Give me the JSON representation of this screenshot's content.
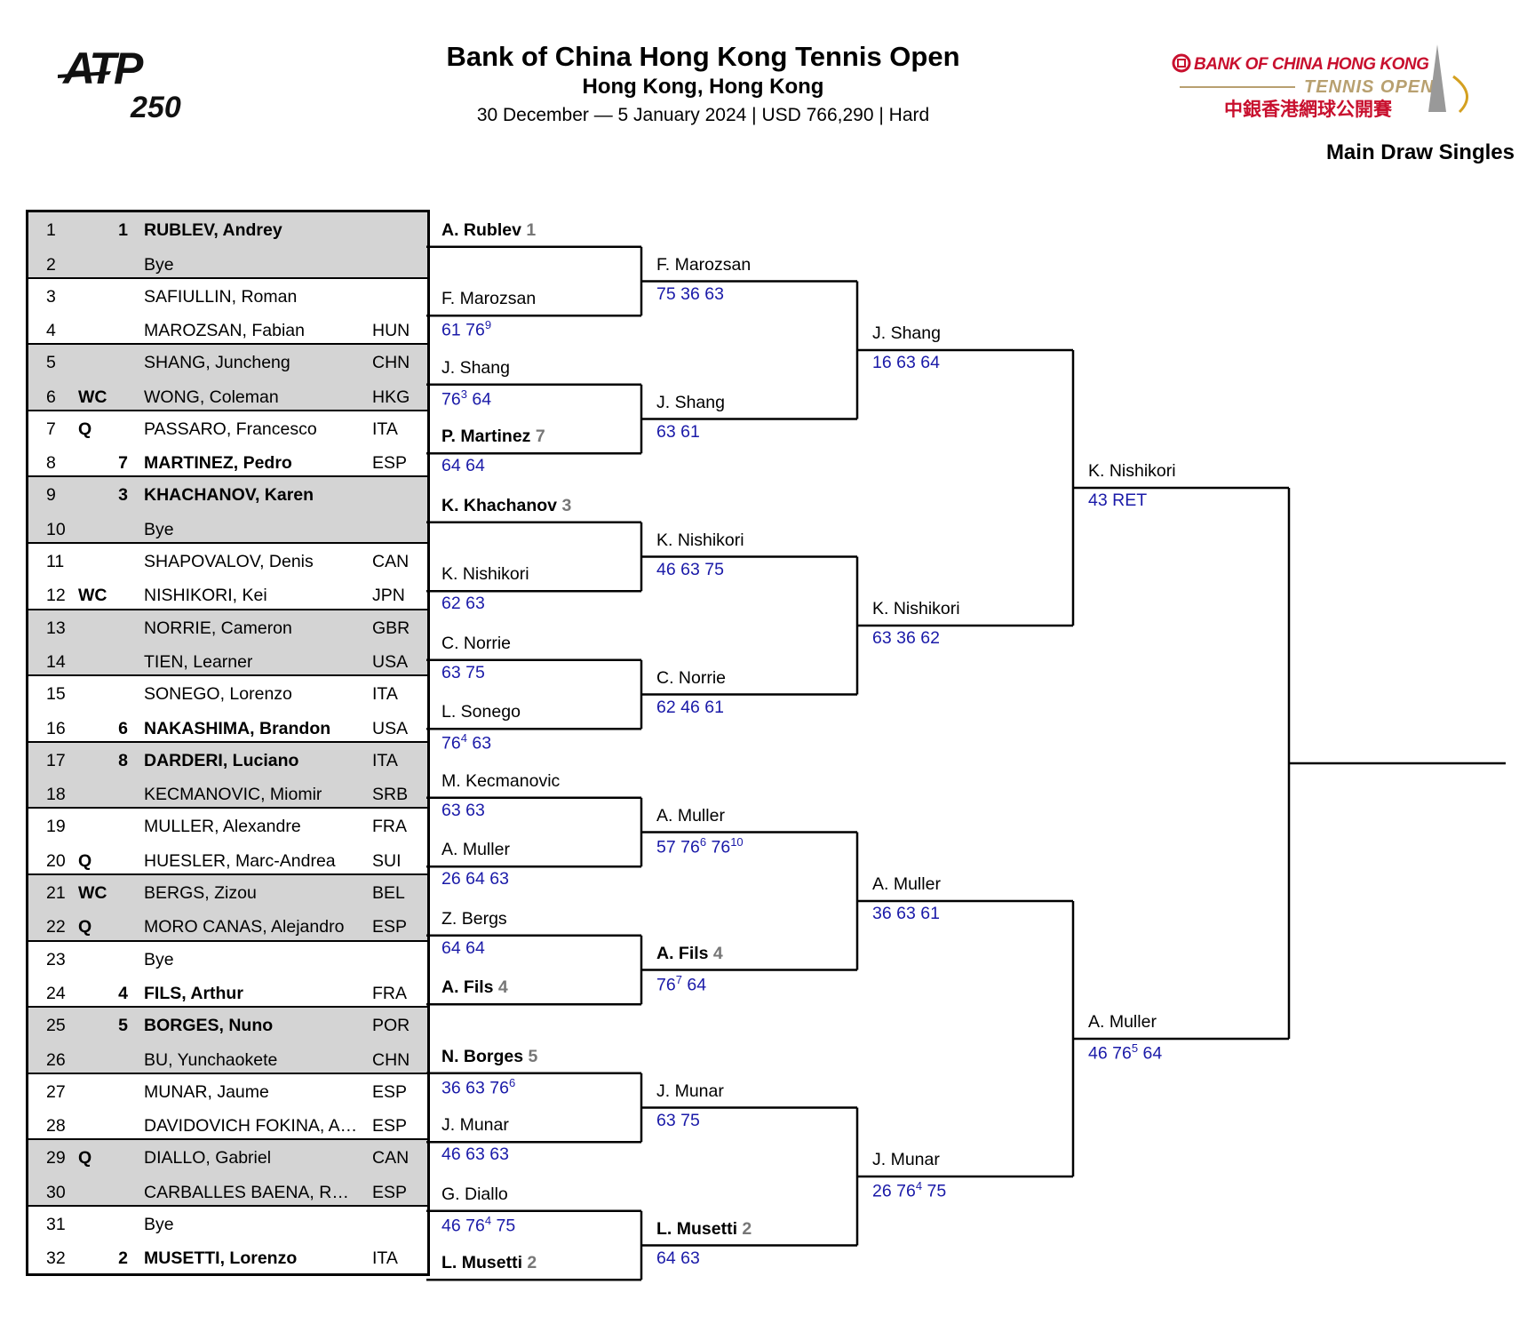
{
  "header": {
    "title": "Bank of China Hong Kong Tennis Open",
    "location": "Hong Kong, Hong Kong",
    "info": "30 December — 5 January 2024 | USD 766,290 | Hard",
    "draw_type": "Main Draw Singles"
  },
  "logos": {
    "atp_main": "ATP",
    "atp_level": "250",
    "event_line1": "BANK OF CHINA HONG KONG",
    "event_line2": "TENNIS OPEN",
    "event_line3": "中銀香港網球公開賽"
  },
  "colors": {
    "score": "#1a1aa8",
    "shade": "#d4d4d4",
    "brand_red": "#c8102e",
    "brand_gold": "#b8a070"
  },
  "players": [
    {
      "num": "1",
      "entry": "",
      "seed": "1",
      "name": "RUBLEV, Andrey",
      "nat": "",
      "bold": true
    },
    {
      "num": "2",
      "entry": "",
      "seed": "",
      "name": "Bye",
      "nat": "",
      "bold": false
    },
    {
      "num": "3",
      "entry": "",
      "seed": "",
      "name": "SAFIULLIN, Roman",
      "nat": "",
      "bold": false
    },
    {
      "num": "4",
      "entry": "",
      "seed": "",
      "name": "MAROZSAN, Fabian",
      "nat": "HUN",
      "bold": false
    },
    {
      "num": "5",
      "entry": "",
      "seed": "",
      "name": "SHANG, Juncheng",
      "nat": "CHN",
      "bold": false
    },
    {
      "num": "6",
      "entry": "WC",
      "seed": "",
      "name": "WONG, Coleman",
      "nat": "HKG",
      "bold": false
    },
    {
      "num": "7",
      "entry": "Q",
      "seed": "",
      "name": "PASSARO, Francesco",
      "nat": "ITA",
      "bold": false
    },
    {
      "num": "8",
      "entry": "",
      "seed": "7",
      "name": "MARTINEZ, Pedro",
      "nat": "ESP",
      "bold": true
    },
    {
      "num": "9",
      "entry": "",
      "seed": "3",
      "name": "KHACHANOV, Karen",
      "nat": "",
      "bold": true
    },
    {
      "num": "10",
      "entry": "",
      "seed": "",
      "name": "Bye",
      "nat": "",
      "bold": false
    },
    {
      "num": "11",
      "entry": "",
      "seed": "",
      "name": "SHAPOVALOV, Denis",
      "nat": "CAN",
      "bold": false
    },
    {
      "num": "12",
      "entry": "WC",
      "seed": "",
      "name": "NISHIKORI, Kei",
      "nat": "JPN",
      "bold": false
    },
    {
      "num": "13",
      "entry": "",
      "seed": "",
      "name": "NORRIE, Cameron",
      "nat": "GBR",
      "bold": false
    },
    {
      "num": "14",
      "entry": "",
      "seed": "",
      "name": "TIEN, Learner",
      "nat": "USA",
      "bold": false
    },
    {
      "num": "15",
      "entry": "",
      "seed": "",
      "name": "SONEGO, Lorenzo",
      "nat": "ITA",
      "bold": false
    },
    {
      "num": "16",
      "entry": "",
      "seed": "6",
      "name": "NAKASHIMA, Brandon",
      "nat": "USA",
      "bold": true
    },
    {
      "num": "17",
      "entry": "",
      "seed": "8",
      "name": "DARDERI, Luciano",
      "nat": "ITA",
      "bold": true
    },
    {
      "num": "18",
      "entry": "",
      "seed": "",
      "name": "KECMANOVIC, Miomir",
      "nat": "SRB",
      "bold": false
    },
    {
      "num": "19",
      "entry": "",
      "seed": "",
      "name": "MULLER, Alexandre",
      "nat": "FRA",
      "bold": false
    },
    {
      "num": "20",
      "entry": "Q",
      "seed": "",
      "name": "HUESLER, Marc-Andrea",
      "nat": "SUI",
      "bold": false
    },
    {
      "num": "21",
      "entry": "WC",
      "seed": "",
      "name": "BERGS, Zizou",
      "nat": "BEL",
      "bold": false
    },
    {
      "num": "22",
      "entry": "Q",
      "seed": "",
      "name": "MORO CANAS, Alejandro",
      "nat": "ESP",
      "bold": false
    },
    {
      "num": "23",
      "entry": "",
      "seed": "",
      "name": "Bye",
      "nat": "",
      "bold": false
    },
    {
      "num": "24",
      "entry": "",
      "seed": "4",
      "name": "FILS, Arthur",
      "nat": "FRA",
      "bold": true
    },
    {
      "num": "25",
      "entry": "",
      "seed": "5",
      "name": "BORGES, Nuno",
      "nat": "POR",
      "bold": true
    },
    {
      "num": "26",
      "entry": "",
      "seed": "",
      "name": "BU, Yunchaokete",
      "nat": "CHN",
      "bold": false
    },
    {
      "num": "27",
      "entry": "",
      "seed": "",
      "name": "MUNAR, Jaume",
      "nat": "ESP",
      "bold": false
    },
    {
      "num": "28",
      "entry": "",
      "seed": "",
      "name": "DAVIDOVICH FOKINA, A…",
      "nat": "ESP",
      "bold": false
    },
    {
      "num": "29",
      "entry": "Q",
      "seed": "",
      "name": "DIALLO, Gabriel",
      "nat": "CAN",
      "bold": false
    },
    {
      "num": "30",
      "entry": "",
      "seed": "",
      "name": "CARBALLES BAENA, R…",
      "nat": "ESP",
      "bold": false
    },
    {
      "num": "31",
      "entry": "",
      "seed": "",
      "name": "Bye",
      "nat": "",
      "bold": false
    },
    {
      "num": "32",
      "entry": "",
      "seed": "2",
      "name": "MUSETTI, Lorenzo",
      "nat": "ITA",
      "bold": true
    }
  ],
  "rounds": [
    [
      {
        "name": "A. Rublev",
        "seed": "1",
        "bold": true,
        "score": []
      },
      {
        "name": "F. Marozsan",
        "seed": "",
        "bold": false,
        "score": [
          [
            "61",
            ""
          ],
          [
            "76",
            "9"
          ]
        ]
      },
      {
        "name": "J. Shang",
        "seed": "",
        "bold": false,
        "score": [
          [
            "76",
            "3"
          ],
          [
            "64",
            ""
          ]
        ]
      },
      {
        "name": "P. Martinez",
        "seed": "7",
        "bold": true,
        "score": [
          [
            "64",
            ""
          ],
          [
            "64",
            ""
          ]
        ]
      },
      {
        "name": "K. Khachanov",
        "seed": "3",
        "bold": true,
        "score": []
      },
      {
        "name": "K. Nishikori",
        "seed": "",
        "bold": false,
        "score": [
          [
            "62",
            ""
          ],
          [
            "63",
            ""
          ]
        ]
      },
      {
        "name": "C. Norrie",
        "seed": "",
        "bold": false,
        "score": [
          [
            "63",
            ""
          ],
          [
            "75",
            ""
          ]
        ]
      },
      {
        "name": "L. Sonego",
        "seed": "",
        "bold": false,
        "score": [
          [
            "76",
            "4"
          ],
          [
            "63",
            ""
          ]
        ]
      },
      {
        "name": "M. Kecmanovic",
        "seed": "",
        "bold": false,
        "score": [
          [
            "63",
            ""
          ],
          [
            "63",
            ""
          ]
        ]
      },
      {
        "name": "A. Muller",
        "seed": "",
        "bold": false,
        "score": [
          [
            "26",
            ""
          ],
          [
            "64",
            ""
          ],
          [
            "63",
            ""
          ]
        ]
      },
      {
        "name": "Z. Bergs",
        "seed": "",
        "bold": false,
        "score": [
          [
            "64",
            ""
          ],
          [
            "64",
            ""
          ]
        ]
      },
      {
        "name": "A. Fils",
        "seed": "4",
        "bold": true,
        "score": []
      },
      {
        "name": "N. Borges",
        "seed": "5",
        "bold": true,
        "score": [
          [
            "36",
            ""
          ],
          [
            "63",
            ""
          ],
          [
            "76",
            "6"
          ]
        ]
      },
      {
        "name": "J. Munar",
        "seed": "",
        "bold": false,
        "score": [
          [
            "46",
            ""
          ],
          [
            "63",
            ""
          ],
          [
            "63",
            ""
          ]
        ]
      },
      {
        "name": "G. Diallo",
        "seed": "",
        "bold": false,
        "score": [
          [
            "46",
            ""
          ],
          [
            "76",
            "4"
          ],
          [
            "75",
            ""
          ]
        ]
      },
      {
        "name": "L. Musetti",
        "seed": "2",
        "bold": true,
        "score": []
      }
    ],
    [
      {
        "name": "F. Marozsan",
        "seed": "",
        "bold": false,
        "score": [
          [
            "75",
            ""
          ],
          [
            "36",
            ""
          ],
          [
            "63",
            ""
          ]
        ]
      },
      {
        "name": "J. Shang",
        "seed": "",
        "bold": false,
        "score": [
          [
            "63",
            ""
          ],
          [
            "61",
            ""
          ]
        ]
      },
      {
        "name": "K. Nishikori",
        "seed": "",
        "bold": false,
        "score": [
          [
            "46",
            ""
          ],
          [
            "63",
            ""
          ],
          [
            "75",
            ""
          ]
        ]
      },
      {
        "name": "C. Norrie",
        "seed": "",
        "bold": false,
        "score": [
          [
            "62",
            ""
          ],
          [
            "46",
            ""
          ],
          [
            "61",
            ""
          ]
        ]
      },
      {
        "name": "A. Muller",
        "seed": "",
        "bold": false,
        "score": [
          [
            "57",
            ""
          ],
          [
            "76",
            "6"
          ],
          [
            "76",
            "10"
          ]
        ]
      },
      {
        "name": "A. Fils",
        "seed": "4",
        "bold": true,
        "score": [
          [
            "76",
            "7"
          ],
          [
            "64",
            ""
          ]
        ]
      },
      {
        "name": "J. Munar",
        "seed": "",
        "bold": false,
        "score": [
          [
            "63",
            ""
          ],
          [
            "75",
            ""
          ]
        ]
      },
      {
        "name": "L. Musetti",
        "seed": "2",
        "bold": true,
        "score": [
          [
            "64",
            ""
          ],
          [
            "63",
            ""
          ]
        ]
      }
    ],
    [
      {
        "name": "J. Shang",
        "seed": "",
        "bold": false,
        "score": [
          [
            "16",
            ""
          ],
          [
            "63",
            ""
          ],
          [
            "64",
            ""
          ]
        ]
      },
      {
        "name": "K. Nishikori",
        "seed": "",
        "bold": false,
        "score": [
          [
            "63",
            ""
          ],
          [
            "36",
            ""
          ],
          [
            "62",
            ""
          ]
        ]
      },
      {
        "name": "A. Muller",
        "seed": "",
        "bold": false,
        "score": [
          [
            "36",
            ""
          ],
          [
            "63",
            ""
          ],
          [
            "61",
            ""
          ]
        ]
      },
      {
        "name": "J. Munar",
        "seed": "",
        "bold": false,
        "score": [
          [
            "26",
            ""
          ],
          [
            "76",
            "4"
          ],
          [
            "75",
            ""
          ]
        ]
      }
    ],
    [
      {
        "name": "K. Nishikori",
        "seed": "",
        "bold": false,
        "score": [
          [
            "43",
            ""
          ],
          [
            "RET",
            ""
          ]
        ]
      },
      {
        "name": "A. Muller",
        "seed": "",
        "bold": false,
        "score": [
          [
            "46",
            ""
          ],
          [
            "76",
            "5"
          ],
          [
            "64",
            ""
          ]
        ]
      }
    ]
  ]
}
